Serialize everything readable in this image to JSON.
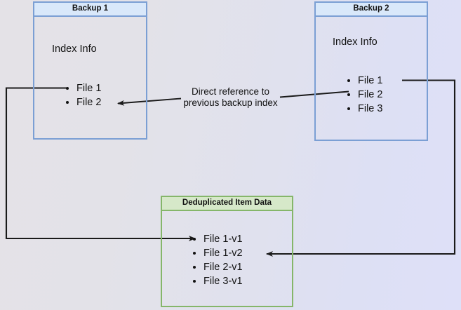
{
  "diagram": {
    "title_hidden": "",
    "background": {
      "gradient_from": "#e4e2e7",
      "gradient_to": "#dee0f8"
    },
    "colors": {
      "blue_border": "#7b9fd4",
      "blue_header_fill": "#d9e8fa",
      "green_border": "#85b66a",
      "green_header_fill": "#d6e8c9",
      "edge_stroke": "#1a1a1a",
      "text": "#111111"
    },
    "nodes": [
      {
        "id": "backup1",
        "header": "Backup 1",
        "subtitle": "Index Info",
        "items": [
          "File 1",
          "File 2"
        ]
      },
      {
        "id": "backup2",
        "header": "Backup 2",
        "subtitle": "Index Info",
        "items": [
          "File 1",
          "File 2",
          "File 3"
        ]
      },
      {
        "id": "dedup",
        "header": "Deduplicated Item Data",
        "subtitle": "",
        "items": [
          "File 1-v1",
          "File 1-v2",
          "File 2-v1",
          "File 3-v1"
        ]
      }
    ],
    "edge_labels": [
      {
        "id": "direct-reference",
        "line1": "Direct reference to",
        "line2": "previous backup index"
      }
    ]
  }
}
